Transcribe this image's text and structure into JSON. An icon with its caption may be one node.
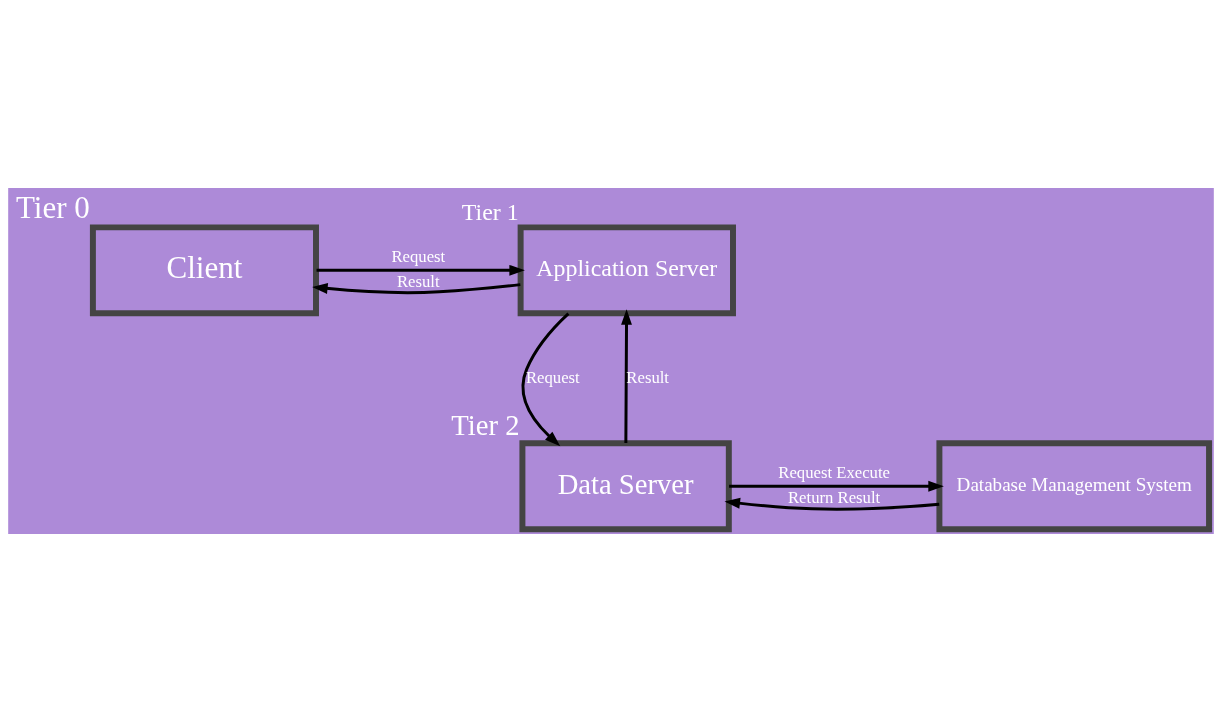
{
  "diagram": {
    "nodes": [
      {
        "text": [
          "Client"
        ],
        "beside": [
          "Tier 0"
        ]
      },
      {
        "text": [
          "Application Server"
        ],
        "beside": [
          "Tier 1"
        ]
      },
      {
        "text": [
          "Data Server"
        ],
        "beside": [
          "Tier 2"
        ]
      },
      {
        "text": [
          "Database Management System"
        ]
      }
    ],
    "edges": [
      {
        "from": 1,
        "to": 0,
        "arrow": "to",
        "label": "Result"
      },
      {
        "from": 0,
        "to": 1,
        "arrow": "to",
        "label": "Request"
      },
      {
        "from": 1,
        "to": 2,
        "arrow": "to",
        "label": "Request"
      },
      {
        "from": 2,
        "to": 1,
        "arrow": "to",
        "label": "Result"
      },
      {
        "from": 2,
        "to": 3,
        "arrow": "to",
        "label": "Request Execute"
      },
      {
        "from": 3,
        "to": 2,
        "arrow": "to",
        "label": "Return Result"
      }
    ]
  }
}
